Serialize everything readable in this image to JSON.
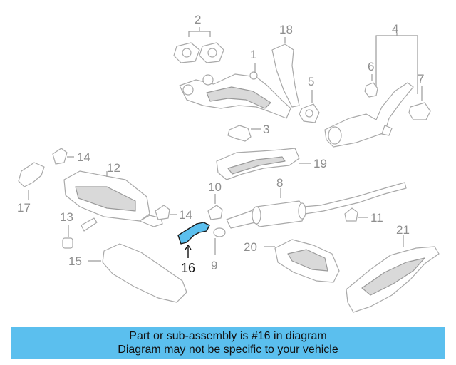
{
  "banner": {
    "line1": "Part or sub-assembly is #16 in diagram",
    "line2": "Diagram may not be specific to your vehicle",
    "color": "#5bbfee"
  },
  "highlight": {
    "part_number": "16",
    "color": "#5bbfee"
  },
  "callouts": {
    "n1": "1",
    "n2": "2",
    "n3": "3",
    "n4": "4",
    "n5": "5",
    "n6": "6",
    "n7": "7",
    "n8": "8",
    "n9": "9",
    "n10": "10",
    "n11": "11",
    "n12": "12",
    "n13": "13",
    "n14a": "14",
    "n14b": "14",
    "n15": "15",
    "n16": "16",
    "n17": "17",
    "n18": "18",
    "n19": "19",
    "n20": "20",
    "n21": "21"
  }
}
